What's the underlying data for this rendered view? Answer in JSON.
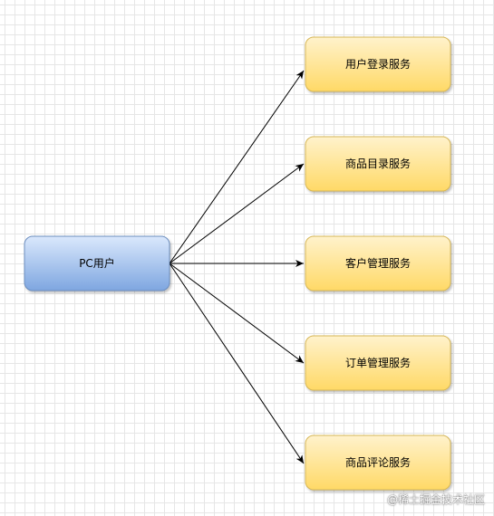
{
  "diagram": {
    "source_node": {
      "label": "PC用户",
      "fill_top": "#dae8fc",
      "fill_bottom": "#7ea6e0",
      "stroke": "#6c8ebf"
    },
    "service_nodes": [
      {
        "label": "用户登录服务"
      },
      {
        "label": "商品目录服务"
      },
      {
        "label": "客户管理服务"
      },
      {
        "label": "订单管理服务"
      },
      {
        "label": "商品评论服务"
      }
    ],
    "service_style": {
      "fill_top": "#fff2cc",
      "fill_bottom": "#ffd966",
      "stroke": "#d6b656"
    },
    "edge_color": "#000000"
  },
  "watermark": "@稀土掘金技术社区"
}
